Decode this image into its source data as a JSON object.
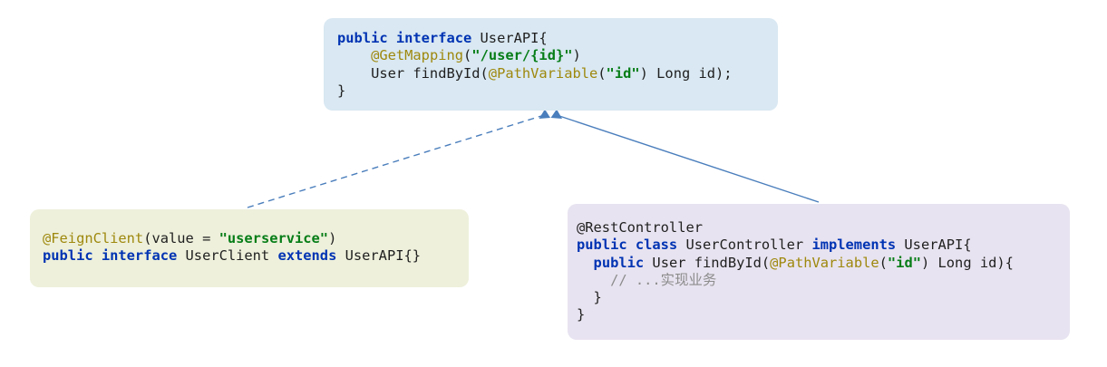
{
  "colors": {
    "background": "#ffffff",
    "keyword": "#0033b3",
    "annotation": "#9e880d",
    "string": "#067d17",
    "comment": "#8c8c8c",
    "plain": "#1f1f1f",
    "arrow": "#4a7ebc",
    "userapi_box_bg": "#d9e8f2",
    "userclient_box_bg": "#eef0db",
    "usercontroller_box_bg": "#e8e3f0"
  },
  "boxes": {
    "userapi": {
      "lines": [
        [
          {
            "t": "public interface ",
            "c": "keyword"
          },
          {
            "t": "UserAPI{",
            "c": "plain"
          }
        ],
        [
          {
            "t": "    ",
            "c": "plain"
          },
          {
            "t": "@GetMapping",
            "c": "annotation"
          },
          {
            "t": "(",
            "c": "plain"
          },
          {
            "t": "\"/user/{id}\"",
            "c": "string"
          },
          {
            "t": ")",
            "c": "plain"
          }
        ],
        [
          {
            "t": "    User findById(",
            "c": "plain"
          },
          {
            "t": "@PathVariable",
            "c": "annotation"
          },
          {
            "t": "(",
            "c": "plain"
          },
          {
            "t": "\"id\"",
            "c": "string"
          },
          {
            "t": ") Long id);",
            "c": "plain"
          }
        ],
        [
          {
            "t": "}",
            "c": "plain"
          }
        ]
      ]
    },
    "userclient": {
      "lines": [
        [
          {
            "t": "@FeignClient",
            "c": "annotation"
          },
          {
            "t": "(value = ",
            "c": "plain"
          },
          {
            "t": "\"userservice\"",
            "c": "string"
          },
          {
            "t": ")",
            "c": "plain"
          }
        ],
        [
          {
            "t": "public interface ",
            "c": "keyword"
          },
          {
            "t": "UserClient ",
            "c": "plain"
          },
          {
            "t": "extends",
            "c": "keyword"
          },
          {
            "t": " UserAPI{}",
            "c": "plain"
          }
        ]
      ]
    },
    "usercontroller": {
      "lines": [
        [
          {
            "t": "@RestController",
            "c": "plain"
          }
        ],
        [
          {
            "t": "public class ",
            "c": "keyword"
          },
          {
            "t": "UserController ",
            "c": "plain"
          },
          {
            "t": "implements",
            "c": "keyword"
          },
          {
            "t": " UserAPI{",
            "c": "plain"
          }
        ],
        [
          {
            "t": "  ",
            "c": "plain"
          },
          {
            "t": "public",
            "c": "keyword"
          },
          {
            "t": " User findById(",
            "c": "plain"
          },
          {
            "t": "@PathVariable",
            "c": "annotation"
          },
          {
            "t": "(",
            "c": "plain"
          },
          {
            "t": "\"id\"",
            "c": "string"
          },
          {
            "t": ") Long id){",
            "c": "plain"
          }
        ],
        [
          {
            "t": "    ",
            "c": "plain"
          },
          {
            "t": "// ...实现业务",
            "c": "comment"
          }
        ],
        [
          {
            "t": "  }",
            "c": "plain"
          }
        ],
        [
          {
            "t": "}",
            "c": "plain"
          }
        ]
      ]
    }
  },
  "arrows": [
    {
      "name": "userclient-to-userapi",
      "line_style": "dashed"
    },
    {
      "name": "usercontroller-to-userapi",
      "line_style": "solid"
    }
  ]
}
